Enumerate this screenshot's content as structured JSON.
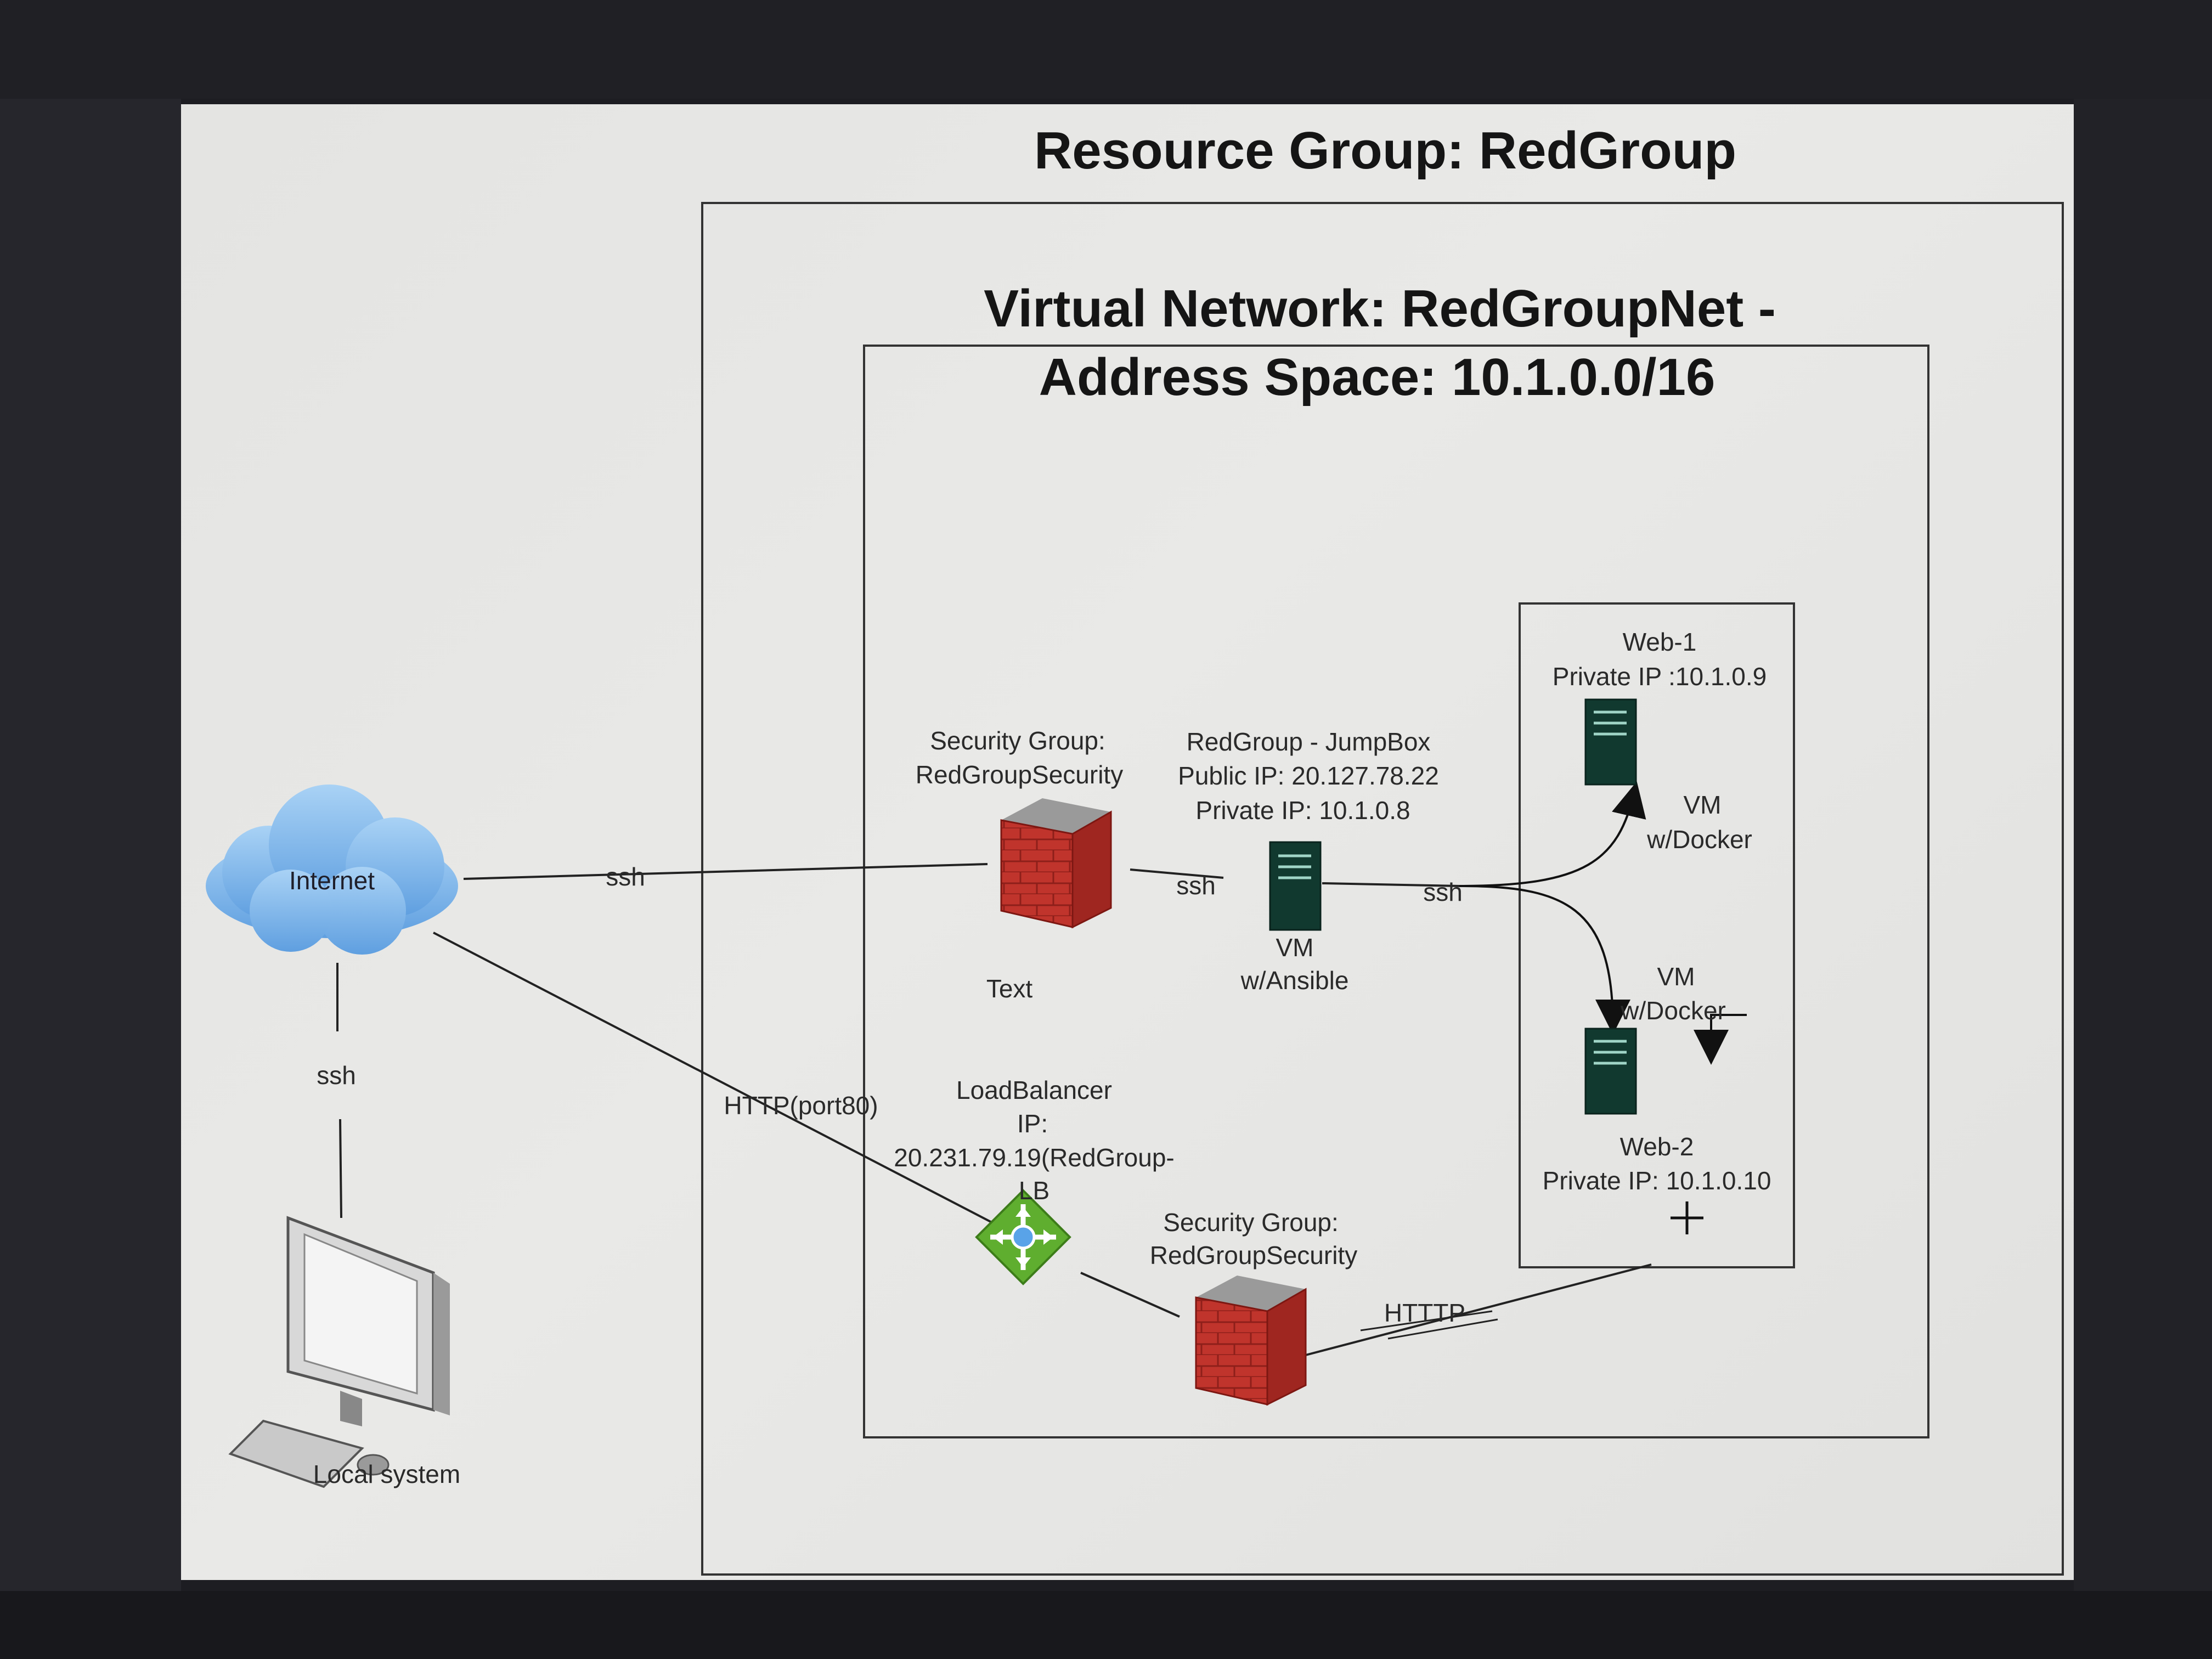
{
  "resource_group": {
    "title": "Resource Group: RedGroup"
  },
  "virtual_network": {
    "title_line1": "Virtual Network: RedGroupNet -",
    "title_line2": "Address Space: 10.1.0.0/16"
  },
  "internet": {
    "label": "Internet"
  },
  "local_system": {
    "label": "Local system"
  },
  "security_group_top": {
    "line1": "Security Group:",
    "line2": "RedGroupSecurity"
  },
  "stray_text": "Text",
  "jumpbox": {
    "line1": "RedGroup - JumpBox",
    "line2": "Public IP: 20.127.78.22",
    "line3": "Private IP: 10.1.0.8",
    "vm_line1": "VM",
    "vm_line2": "w/Ansible"
  },
  "web1": {
    "line1": "Web-1",
    "line2": "Private IP :10.1.0.9",
    "vm_line1": "VM",
    "vm_line2": "w/Docker"
  },
  "web2": {
    "vm_line1": "VM",
    "vm_line2": "w/Docker",
    "line1": "Web-2",
    "line2": "Private IP: 10.1.0.10"
  },
  "load_balancer": {
    "line1": "LoadBalancer",
    "line2": "IP:",
    "line3": "20.231.79.19(RedGroup-",
    "line4": "LB"
  },
  "security_group_bottom": {
    "line1": "Security Group:",
    "line2": "RedGroupSecurity"
  },
  "connections": {
    "internet_to_sg": "ssh",
    "sg_to_jumpbox": "ssh",
    "jumpbox_to_web": "ssh",
    "local_to_internet": "ssh",
    "internet_to_lb": "HTTP(port80)",
    "sg_to_web": "HTTTP"
  },
  "colors": {
    "firewall_red": "#c0342c",
    "server_dark": "#11392f",
    "cloud_blue": "#8ec1ee",
    "lb_green": "#5fae2f"
  }
}
